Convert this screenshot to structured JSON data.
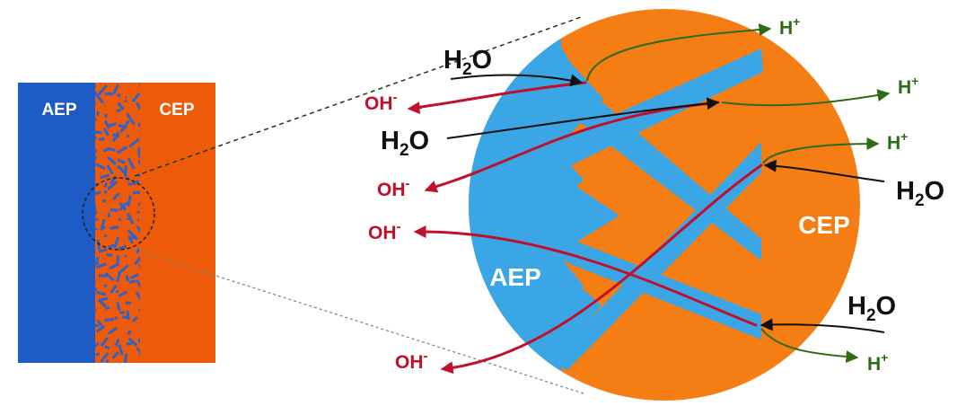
{
  "colors": {
    "aep": "#1f5bc4",
    "cep": "#ec5a0a",
    "aep_light": "#3aa6e6",
    "cep_light": "#f47d14",
    "oh_red": "#c0102c",
    "h_green": "#2f6b12",
    "water_black": "#111111"
  },
  "left_panel": {
    "aep_label": "AEP",
    "cep_label": "CEP"
  },
  "zoom": {
    "aep_label": "AEP",
    "cep_label": "CEP"
  },
  "ions": {
    "water": "H",
    "water_sub": "2",
    "water_end": "O",
    "hydroxide": "OH",
    "hydroxide_sup": "-",
    "proton": "H",
    "proton_sup": "+"
  }
}
